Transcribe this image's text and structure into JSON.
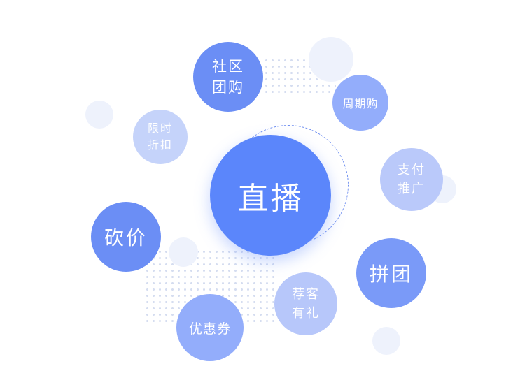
{
  "center": {
    "label": "直播",
    "color": "#5b86fb"
  },
  "features": [
    {
      "id": "community-group-buy",
      "label": "社区\n团购",
      "color": "#6b8ef5"
    },
    {
      "id": "periodic-buy",
      "label": "周期购",
      "color": "#93adfb"
    },
    {
      "id": "limited-discount",
      "label": "限时\n折扣",
      "color": "#c5d3fa"
    },
    {
      "id": "payment-promo",
      "label": "支付\n推广",
      "color": "#bac9fa"
    },
    {
      "id": "bargain",
      "label": "砍价",
      "color": "#6b8ef5"
    },
    {
      "id": "group-buy",
      "label": "拼团",
      "color": "#7a9af8"
    },
    {
      "id": "referral-gift",
      "label": "荐客\n有礼",
      "color": "#b7c7fa"
    },
    {
      "id": "coupon",
      "label": "优惠券",
      "color": "#93adfb"
    }
  ],
  "colors": {
    "deco_light": "#eef2fc",
    "dots": "#d5ddf0",
    "ring": "#6e8ef0"
  }
}
